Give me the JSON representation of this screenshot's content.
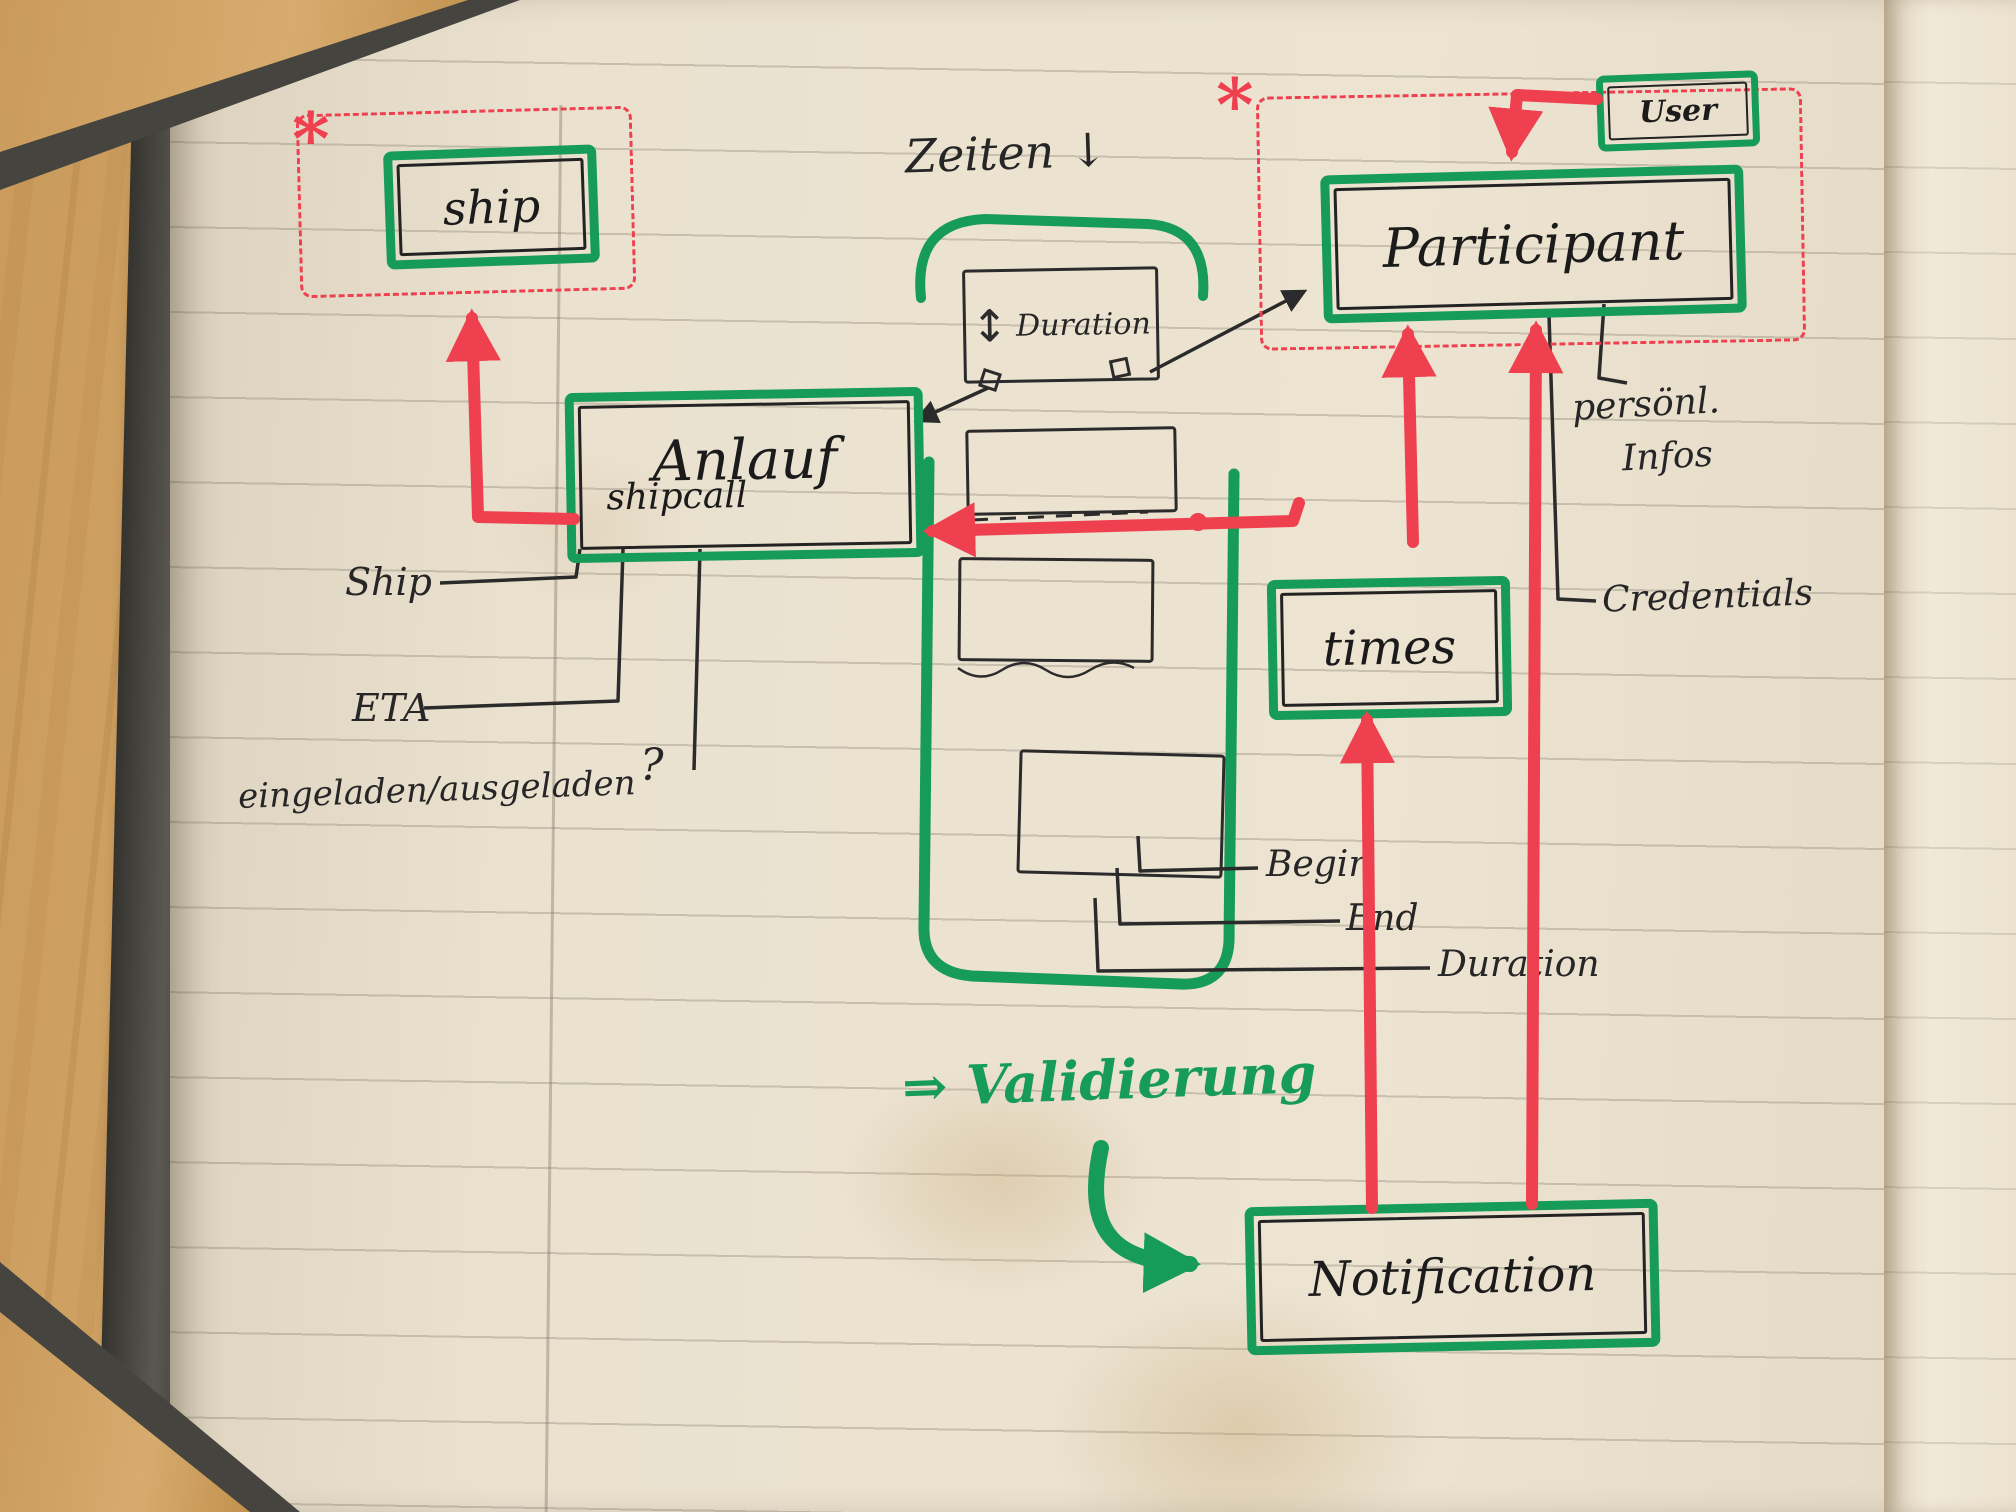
{
  "colors": {
    "marker_green": "#169b58",
    "marker_red": "#ef4050",
    "ink": "#2b2b2b",
    "paper": "#eae1cf",
    "wood": "#cf9f60"
  },
  "boxes": {
    "ship": {
      "label": "ship"
    },
    "anlauf": {
      "label": "Anlauf",
      "sublabel": "shipcall"
    },
    "duration": {
      "resize_icon": "↕",
      "label": "Duration"
    },
    "times": {
      "label": "times"
    },
    "participant": {
      "label": "Participant"
    },
    "user": {
      "label": "User"
    },
    "notification": {
      "label": "Notification"
    }
  },
  "annotations": {
    "zeiten": "Zeiten ↓",
    "asterisk_ship": "*",
    "asterisk_participant": "*",
    "attr_ship": "Ship",
    "attr_eta": "ETA",
    "attr_eingeladen": "eingeladen/ausgeladen",
    "question_mark": "?",
    "attr_begin": "Begin",
    "attr_end": "End",
    "attr_duration": "Duration",
    "attr_personal_1": "persönl.",
    "attr_personal_2": "Infos",
    "attr_credentials": "Credentials",
    "validierung_arrow": "⇒",
    "validierung": "Validierung"
  }
}
